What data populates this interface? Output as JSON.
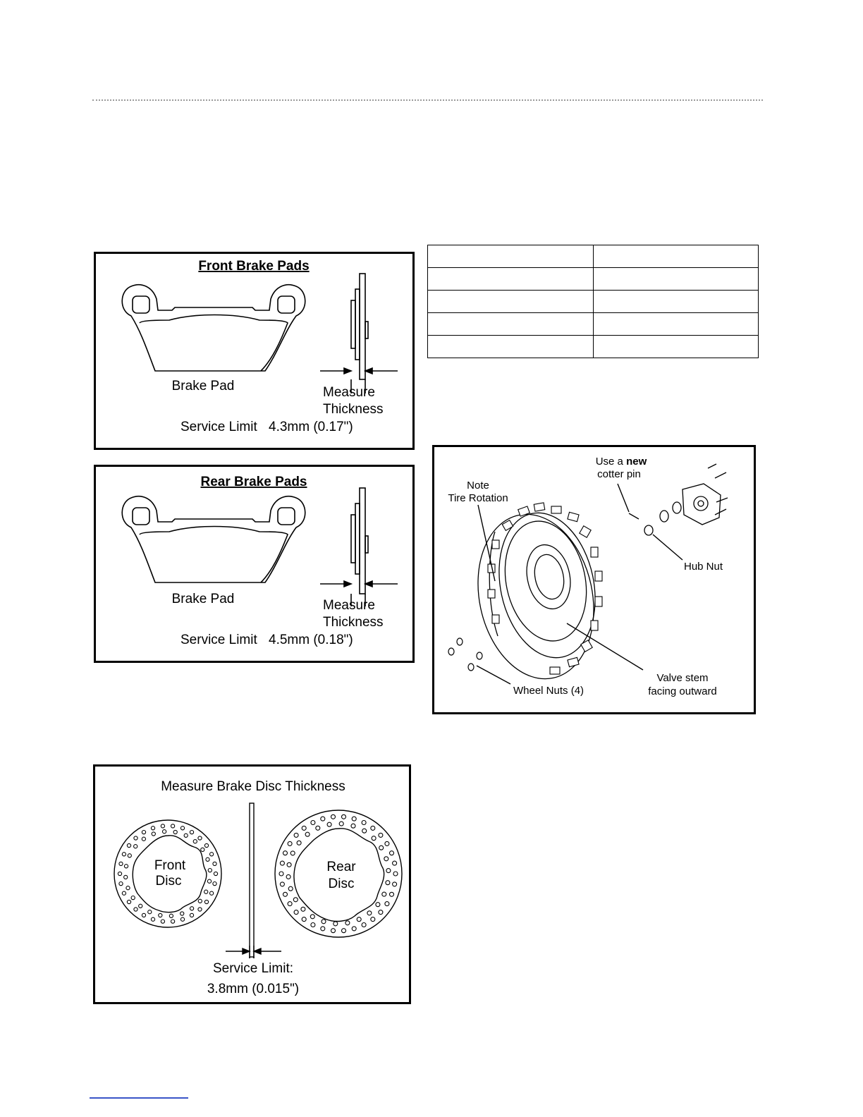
{
  "front_pads": {
    "title": "Front Brake Pads",
    "pad_label": "Brake Pad",
    "measure_line1": "Measure",
    "measure_line2": "Thickness",
    "limit_label": "Service Limit",
    "limit_value": "4.3mm (0.17\")"
  },
  "rear_pads": {
    "title": "Rear Brake Pads",
    "pad_label": "Brake Pad",
    "measure_line1": "Measure",
    "measure_line2": "Thickness",
    "limit_label": "Service Limit",
    "limit_value": "4.5mm (0.18\")"
  },
  "disc": {
    "title": "Measure Brake Disc Thickness",
    "front_line1": "Front",
    "front_line2": "Disc",
    "rear_line1": "Rear",
    "rear_line2": "Disc",
    "limit_label": "Service Limit:",
    "limit_value": "3.8mm (0.015\")"
  },
  "wheel": {
    "cotter_pre": "Use a ",
    "cotter_bold": "new",
    "cotter_line2": "cotter pin",
    "note_line1": "Note",
    "note_line2": "Tire Rotation",
    "hub_nut": "Hub Nut",
    "valve_line1": "Valve stem",
    "valve_line2": "facing outward",
    "wheel_nuts": "Wheel Nuts (4)"
  },
  "spec_table": {
    "rows": [
      [
        "",
        ""
      ],
      [
        "",
        ""
      ],
      [
        "",
        ""
      ],
      [
        "",
        ""
      ],
      [
        "",
        ""
      ]
    ]
  }
}
